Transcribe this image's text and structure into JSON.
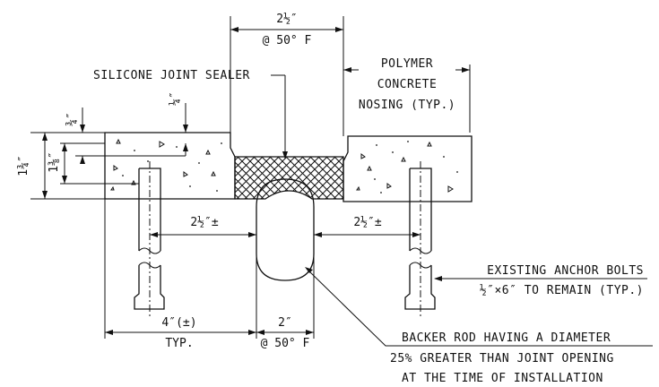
{
  "drawing": {
    "joint_opening": {
      "value": "2½″",
      "note": "@ 50° F"
    },
    "sealer_label": "SILICONE JOINT SEALER",
    "nosing_label": [
      "POLYMER",
      "CONCRETE",
      "NOSING (TYP.)"
    ],
    "dim_total_depth": "1¾″",
    "dim_top_depth": "¾″",
    "dim_mid_depth": "1⅜″",
    "dim_quarter": "¼″",
    "dim_left_bolt_to_joint": "2½″±",
    "dim_right_bolt_to_joint": "2½″±",
    "dim_bottom_left": {
      "value": "4″(±)",
      "note": "TYP."
    },
    "dim_bottom_center": {
      "value": "2″",
      "note": "@ 50° F"
    },
    "anchor_label": [
      "EXISTING ANCHOR BOLTS",
      "½″×6″ TO REMAIN (TYP.)"
    ],
    "backer_label": [
      "BACKER ROD HAVING A DIAMETER",
      "25% GREATER THAN JOINT OPENING",
      "AT THE TIME OF INSTALLATION"
    ]
  }
}
